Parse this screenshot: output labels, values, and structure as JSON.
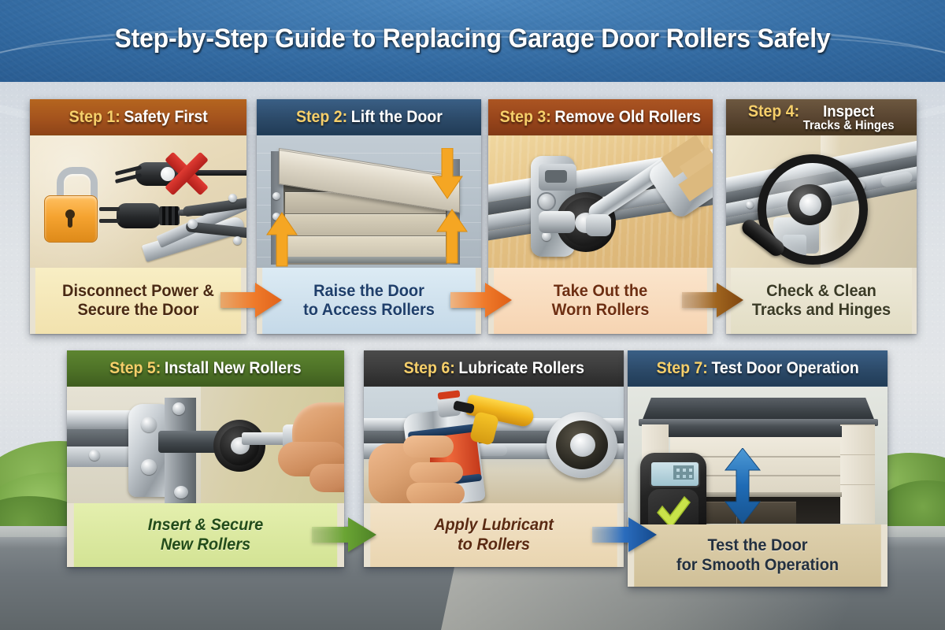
{
  "page": {
    "title": "Step-by-Step Guide to Replacing Garage Door Rollers Safely"
  },
  "steps": [
    {
      "id": "step-1",
      "head_num": "Step 1:",
      "head_text": "Safety First",
      "head_text_line2": "",
      "caption_line1": "Disconnect Power &",
      "caption_line2": "Secure the Door",
      "header_color": "#a85a22",
      "caption_bg": "#f6e6b8",
      "caption_color": "#4a2a13",
      "arrow_color": "#ef7a2a",
      "icons": [
        "padlock-icon",
        "power-plug-icon",
        "red-x-icon",
        "pliers-icon"
      ]
    },
    {
      "id": "step-2",
      "head_num": "Step 2:",
      "head_text": "Lift the Door",
      "head_text_line2": "",
      "caption_line1": "Raise the Door",
      "caption_line2": "to Access Rollers",
      "header_color": "#2c4a69",
      "caption_bg": "#cfe0ec",
      "caption_color": "#1f3f6b",
      "arrow_color": "#ef7a2a",
      "icons": [
        "garage-door-icon",
        "up-arrow-icon",
        "down-arrow-icon"
      ]
    },
    {
      "id": "step-3",
      "head_num": "Step 3:",
      "head_text": "Remove Old Rollers",
      "head_text_line2": "",
      "caption_line1": "Take Out the",
      "caption_line2": "Worn Rollers",
      "header_color": "#9c4a1e",
      "caption_bg": "#f9dcc0",
      "caption_color": "#6e2f12",
      "arrow_color": "#9a5a1c",
      "icons": [
        "wrench-icon",
        "roller-icon",
        "track-icon"
      ]
    },
    {
      "id": "step-4",
      "head_num": "Step 4:",
      "head_text": "Inspect",
      "head_text_line2": "Tracks & Hinges",
      "caption_line1": "Check & Clean",
      "caption_line2": "Tracks and Hinges",
      "header_color": "#5d4a33",
      "caption_bg": "#e9e4cd",
      "caption_color": "#3a3a23",
      "arrow_color": "",
      "icons": [
        "magnifier-icon",
        "track-icon",
        "roller-icon"
      ]
    },
    {
      "id": "step-5",
      "head_num": "Step 5:",
      "head_text": "Install New Rollers",
      "head_text_line2": "",
      "caption_line1": "Insert & Secure",
      "caption_line2": "New Rollers",
      "header_color": "#4f7227",
      "caption_bg": "#ddeaa8",
      "caption_color": "#23491b",
      "arrow_color": "#5a9b2e",
      "icons": [
        "hand-icon",
        "roller-icon",
        "bracket-icon"
      ]
    },
    {
      "id": "step-6",
      "head_num": "Step 6:",
      "head_text": "Lubricate Rollers",
      "head_text_line2": "",
      "caption_line1": "Apply Lubricant",
      "caption_line2": "to Rollers",
      "header_color": "#3b3b3b",
      "caption_bg": "#f0dfc3",
      "caption_color": "#5a2a12",
      "arrow_color": "#1f63b8",
      "icons": [
        "spray-can-icon",
        "hand-icon",
        "roller-icon"
      ]
    },
    {
      "id": "step-7",
      "head_num": "Step 7:",
      "head_text": "Test Door Operation",
      "head_text_line2": "",
      "caption_line1": "Test the Door",
      "caption_line2": "for Smooth Operation",
      "header_color": "#2c4a69",
      "caption_bg": "#d9c9a4",
      "caption_color": "#23303f",
      "arrow_color": "",
      "icons": [
        "remote-control-icon",
        "checkmark-icon",
        "up-down-arrow-icon",
        "garage-icon"
      ]
    }
  ],
  "palette": {
    "background_top": "#2e639a",
    "background_body": "#d8dde3",
    "road": "#6e757a",
    "foliage": "#5f8d3a",
    "title_color": "#ffffff",
    "step_number_color": "#f6cf6a"
  }
}
